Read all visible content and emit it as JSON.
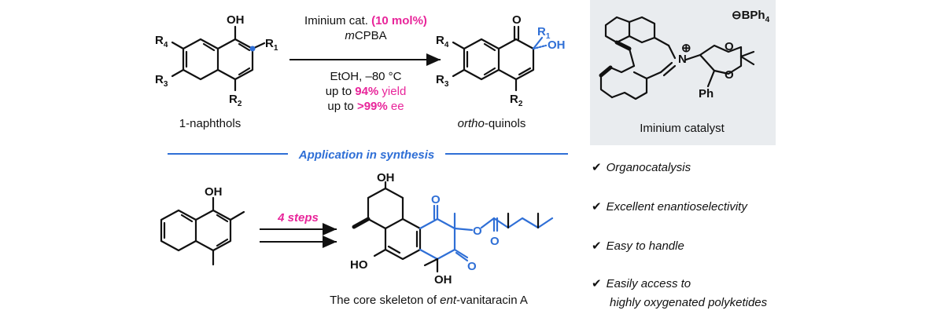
{
  "colors": {
    "accent_blue": "#2f6fd6",
    "accent_magenta": "#e8259a",
    "panel_gray": "#e9ecef"
  },
  "reaction": {
    "line1_prefix": "Iminium cat. ",
    "line1_highlight": "(10 mol%)",
    "line2_prefix": "m",
    "line2_rest": "CPBA",
    "line3": "EtOH, –80 °C",
    "line4_prefix": "up to ",
    "line4_highlight": "94%",
    "line4_suffix": " yield",
    "line5_prefix": "up to ",
    "line5_highlight": ">99%",
    "line5_suffix": " ee"
  },
  "substrate": {
    "caption": "1-naphthols",
    "oh": "OH",
    "r1": "R",
    "r1_sub": "1",
    "r2": "R",
    "r2_sub": "2",
    "r3": "R",
    "r3_sub": "3",
    "r4": "R",
    "r4_sub": "4"
  },
  "product": {
    "caption_italic": "ortho",
    "caption_rest": "-quinols",
    "o": "O",
    "oh": "OH",
    "r1": "R",
    "r1_sub": "1",
    "r2": "R",
    "r2_sub": "2",
    "r3": "R",
    "r3_sub": "3",
    "r4": "R",
    "r4_sub": "4"
  },
  "catalyst": {
    "caption": "Iminium catalyst",
    "counterion_charge": "⊖",
    "counterion": "BPh",
    "counterion_sub": "4",
    "n_label": "N",
    "plus": "⊕",
    "ph": "Ph",
    "o": "O"
  },
  "application": {
    "title": "Application in synthesis",
    "steps": "4 steps",
    "oh": "OH",
    "ho": "HO",
    "o": "O",
    "caption_prefix": "The core skeleton of ",
    "caption_italic": "ent",
    "caption_suffix": "-vanitaracin A"
  },
  "features": [
    {
      "check": "✔",
      "text": "Organocatalysis"
    },
    {
      "check": "✔",
      "text": "Excellent enantioselectivity"
    },
    {
      "check": "✔",
      "text": "Easy to handle"
    },
    {
      "check": "✔",
      "text": "Easily access to"
    },
    {
      "check": "",
      "text": "highly oxygenated polyketides"
    }
  ]
}
